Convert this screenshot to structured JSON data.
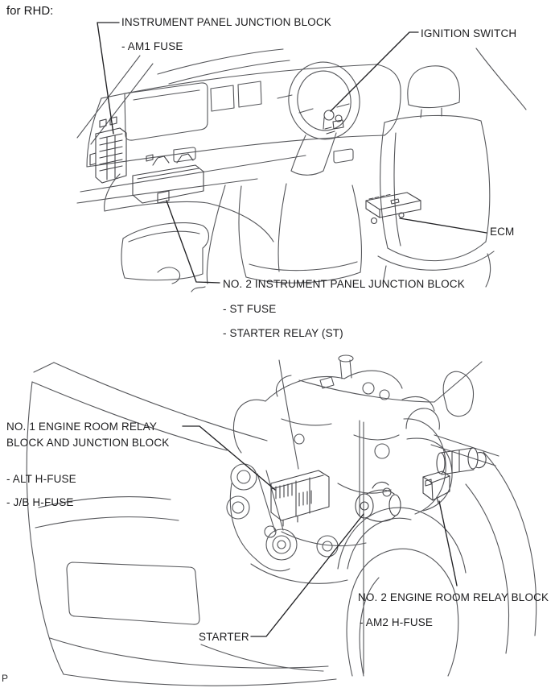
{
  "page": {
    "heading": "for RHD:",
    "footer_mark": "P"
  },
  "colors": {
    "background": "#ffffff",
    "ink": "#1c1c1e",
    "artwork_line": "#55565a",
    "leader_line": "#212124"
  },
  "interior_diagram": {
    "labels": {
      "instrument_panel_junction_block": {
        "title": "INSTRUMENT PANEL JUNCTION BLOCK",
        "items": [
          "- AM1 FUSE"
        ]
      },
      "ignition_switch": {
        "title": "IGNITION SWITCH"
      },
      "ecm": {
        "title": "ECM"
      },
      "no2_instrument_panel_junction_block": {
        "title": "NO. 2 INSTRUMENT PANEL JUNCTION BLOCK",
        "items": [
          "- ST FUSE",
          "- STARTER RELAY (ST)"
        ]
      }
    }
  },
  "engine_diagram": {
    "labels": {
      "no1_engine_room_relay_block": {
        "title_line1": "NO. 1 ENGINE ROOM RELAY",
        "title_line2": "BLOCK AND JUNCTION BLOCK",
        "items": [
          "- ALT H-FUSE",
          "- J/B H-FUSE"
        ]
      },
      "no2_engine_room_relay_block": {
        "title": "NO. 2 ENGINE ROOM RELAY BLOCK",
        "items": [
          "- AM2 H-FUSE"
        ]
      },
      "starter": {
        "title": "STARTER"
      }
    }
  }
}
